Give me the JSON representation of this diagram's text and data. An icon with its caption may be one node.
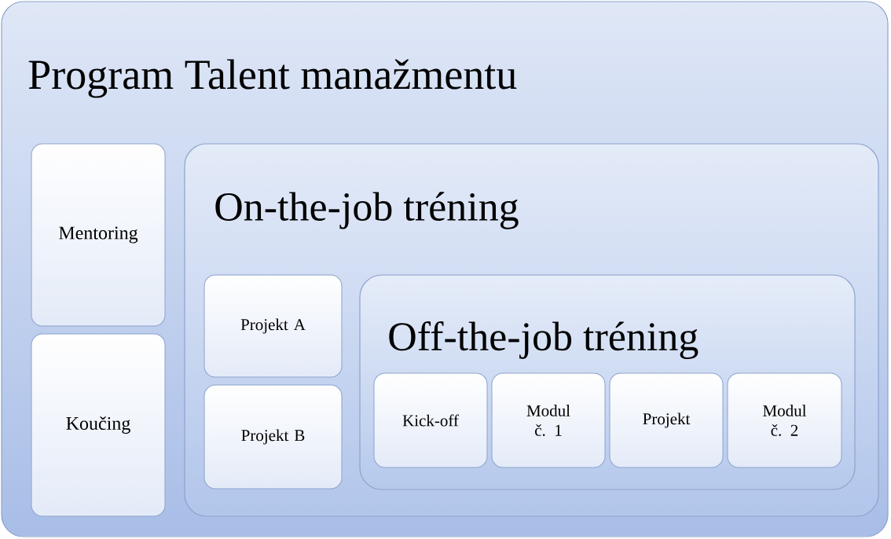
{
  "diagram": {
    "nodes": [
      {
        "text": [
          "Program Talent manažmentu"
        ]
      },
      {
        "text": [
          "Mentoring"
        ],
        "in": 0
      },
      {
        "text": [
          "Koučing"
        ],
        "in": 0
      },
      {
        "text": [
          "On-the-job tréning"
        ],
        "in": 0
      },
      {
        "text": [
          "Projekt A"
        ],
        "in": 3
      },
      {
        "text": [
          "Projekt B"
        ],
        "in": 3
      },
      {
        "text": [
          "Off-the-job tréning"
        ],
        "in": 3
      },
      {
        "text": [
          "Kick-off"
        ],
        "in": 6
      },
      {
        "text": [
          "Modul č. 1"
        ],
        "in": 6
      },
      {
        "text": [
          "Projekt"
        ],
        "in": 6
      },
      {
        "text": [
          "Modul č. 2"
        ],
        "in": 6
      }
    ]
  }
}
